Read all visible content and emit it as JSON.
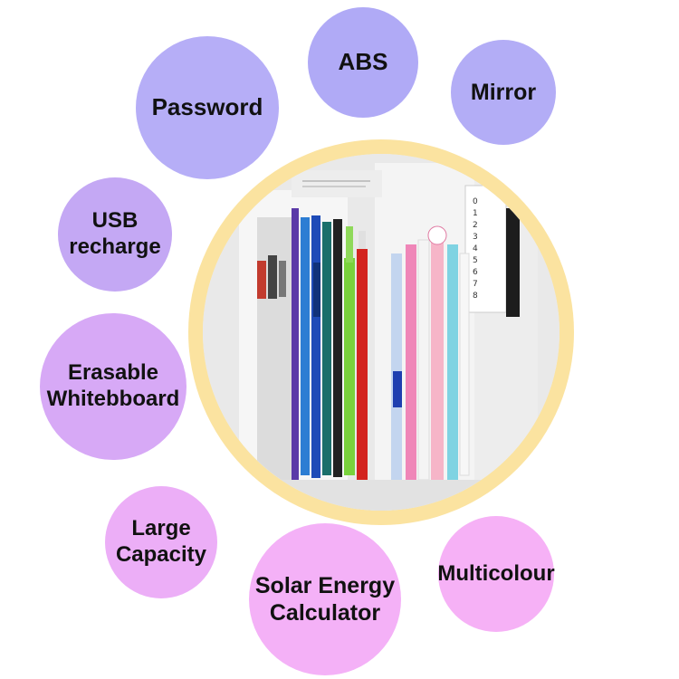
{
  "features": {
    "password": "Password",
    "abs": "ABS",
    "mirror": "Mirror",
    "usb_line1": "USB",
    "usb_line2": "recharge",
    "whiteboard_line1": "Erasable",
    "whiteboard_line2": "Whitebboard",
    "capacity_line1": "Large",
    "capacity_line2": "Capacity",
    "solar_line1": "Solar Energy",
    "solar_line2": "Calculator",
    "multicolour": "Multicolour"
  },
  "colors": {
    "lavender": "#b3abf7",
    "light_purple": "#cfa6f3",
    "pink_violet": "#eeb0f7",
    "pink": "#f7b2f5",
    "ring": "#fbe3a0"
  },
  "photo": {
    "subject": "open pencil case with pens and ruler"
  }
}
